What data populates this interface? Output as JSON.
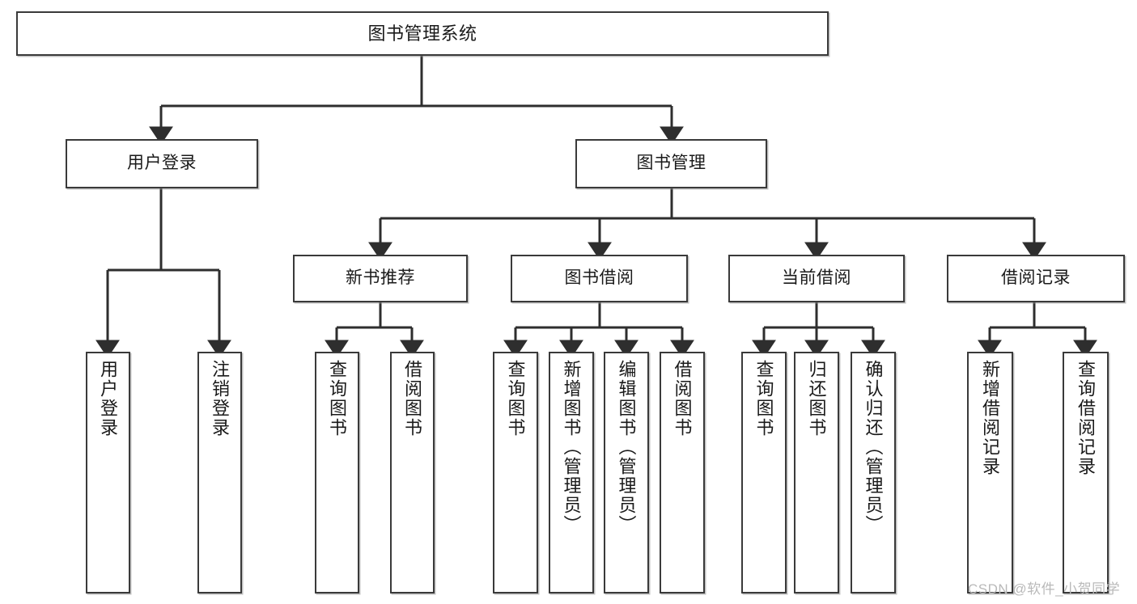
{
  "diagram": {
    "title": "图书管理系统",
    "type": "function-structure-tree",
    "watermark": "CSDN @软件_小贺同学",
    "colors": {
      "box_border": "#3a3a3a",
      "box_fill": "#ffffff",
      "connector": "#2e2e2e",
      "text": "#1a1a1a",
      "watermark": "#b9b9b9"
    },
    "levels": {
      "level1_label": "图书管理系统",
      "level2_labels": [
        "用户登录",
        "图书管理"
      ],
      "level3_labels": [
        "新书推荐",
        "图书借阅",
        "当前借阅",
        "借阅记录"
      ]
    },
    "nodes": {
      "root": {
        "label": "图书管理系统"
      },
      "user_login": {
        "label": "用户登录"
      },
      "book_manage": {
        "label": "图书管理"
      },
      "new_book_rec": {
        "label": "新书推荐"
      },
      "book_borrow": {
        "label": "图书借阅"
      },
      "current_borrow": {
        "label": "当前借阅"
      },
      "borrow_record": {
        "label": "借阅记录"
      },
      "leaf_user_login": {
        "label": "用户登录"
      },
      "leaf_logout": {
        "label": "注销登录"
      },
      "leaf_query_book_1": {
        "label": "查询图书"
      },
      "leaf_borrow_book_1": {
        "label": "借阅图书"
      },
      "leaf_query_book_2": {
        "label": "查询图书"
      },
      "leaf_add_book": {
        "label": "新增图书（管理员）"
      },
      "leaf_edit_book": {
        "label": "编辑图书（管理员）"
      },
      "leaf_borrow_book_2": {
        "label": "借阅图书"
      },
      "leaf_query_book_3": {
        "label": "查询图书"
      },
      "leaf_return_book": {
        "label": "归还图书"
      },
      "leaf_confirm_return": {
        "label": "确认归还（管理员）"
      },
      "leaf_add_record": {
        "label": "新增借阅记录"
      },
      "leaf_query_record": {
        "label": "查询借阅记录"
      }
    }
  }
}
